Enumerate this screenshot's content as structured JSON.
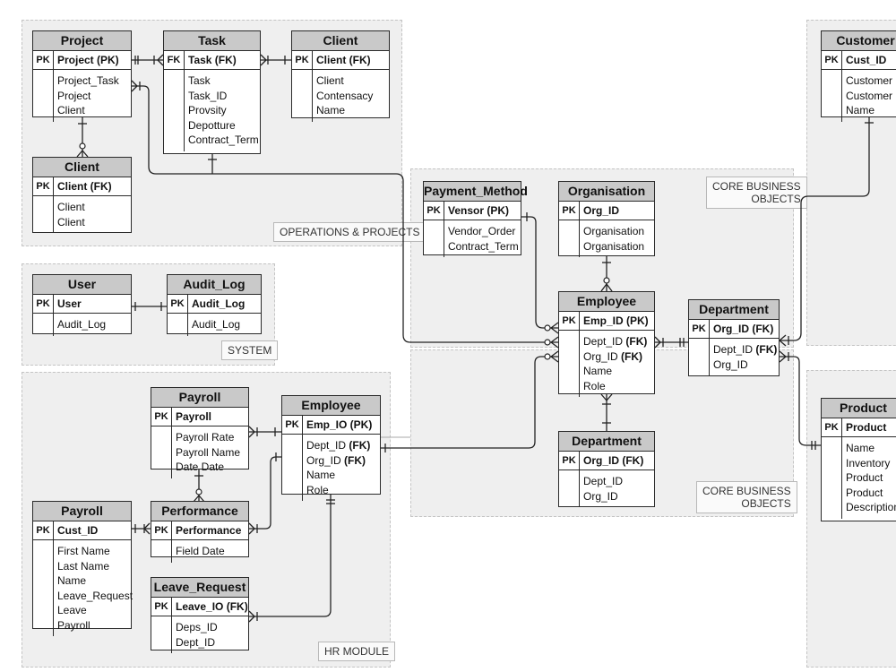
{
  "groups": {
    "ops": "OPERATIONS & PROJECTS",
    "system": "SYSTEM",
    "hr": "HR MODULE",
    "core_top": "CORE BUSINESS\nOBJECTS",
    "core_bottom": "CORE BUSINESS\nOBJECTS"
  },
  "entities": {
    "project": {
      "title": "Project",
      "pk": "PK",
      "key": "Project (PK)",
      "attrs": [
        "Project_Task",
        "Project",
        "Client"
      ]
    },
    "task": {
      "title": "Task",
      "pk": "FK",
      "key": "Task (FK)",
      "attrs": [
        "Task",
        "Task_ID",
        "Provsity",
        "Depotture",
        "Contract_Term"
      ]
    },
    "client_top": {
      "title": "Client",
      "pk": "PK",
      "key": "Client (FK)",
      "attrs": [
        "Client",
        "Contensacy",
        "Name"
      ]
    },
    "client_lower": {
      "title": "Client",
      "pk": "PK",
      "key": "Client (FK)",
      "attrs": [
        "Client",
        "Client"
      ]
    },
    "customer": {
      "title": "Customer",
      "pk": "PK",
      "key": "Cust_ID",
      "attrs": [
        "Customer",
        "Customer",
        "Name"
      ]
    },
    "user": {
      "title": "User",
      "pk": "PK",
      "key": "User",
      "attrs": [
        "Audit_Log"
      ]
    },
    "audit_log": {
      "title": "Audit_Log",
      "pk": "PK",
      "key": "Audit_Log",
      "attrs": [
        "Audit_Log"
      ]
    },
    "payment_method": {
      "title": "Payment_Method",
      "pk": "PK",
      "key": "Vensor (PK)",
      "attrs": [
        "Vendor_Order",
        "Contract_Term"
      ]
    },
    "organisation": {
      "title": "Organisation",
      "pk": "PK",
      "key": "Org_ID",
      "attrs": [
        "Organisation",
        "Organisation"
      ]
    },
    "employee_core": {
      "title": "Employee",
      "pk": "PK",
      "key": "Emp_ID (PK)",
      "attrs": [
        [
          "Dept_ID",
          "(FK)"
        ],
        [
          "Org_ID",
          "(FK)"
        ],
        [
          "Name",
          ""
        ],
        [
          "Role",
          ""
        ]
      ]
    },
    "department_right": {
      "title": "Department",
      "pk": "PK",
      "key": "Org_ID (FK)",
      "attrs": [
        [
          "Dept_ID",
          "(FK)"
        ],
        [
          "Org_ID",
          ""
        ]
      ]
    },
    "department_core": {
      "title": "Department",
      "pk": "PK",
      "key": "Org_ID (FK)",
      "attrs": [
        "Dept_ID",
        "Org_ID"
      ]
    },
    "payroll_top": {
      "title": "Payroll",
      "pk": "PK",
      "key": "Payroll",
      "attrs": [
        "Payroll Rate",
        "Payroll Name",
        "Date Date"
      ]
    },
    "employee_hr": {
      "title": "Employee",
      "pk": "PK",
      "key": "Emp_IO (PK)",
      "attrs": [
        [
          "Dept_ID",
          "(FK)"
        ],
        [
          "Org_ID",
          "(FK)"
        ],
        [
          "Name",
          ""
        ],
        [
          "Role",
          ""
        ]
      ]
    },
    "payroll_left": {
      "title": "Payroll",
      "pk": "PK",
      "key": "Cust_ID",
      "attrs": [
        "First Name",
        "Last Name",
        "Name",
        "Leave_Request",
        "Leave",
        "Payroll"
      ]
    },
    "performance": {
      "title": "Performance",
      "pk": "PK",
      "key": "Performance",
      "attrs": [
        "Field Date"
      ]
    },
    "leave_request": {
      "title": "Leave_Request",
      "pk": "PK",
      "key": "Leave_IO (FK)",
      "attrs": [
        "Deps_ID",
        "Dept_ID"
      ]
    },
    "product": {
      "title": "Product",
      "pk": "PK",
      "key": "Product",
      "attrs": [
        "Name",
        "Inventory",
        "Product",
        "Product",
        "Description"
      ]
    }
  }
}
